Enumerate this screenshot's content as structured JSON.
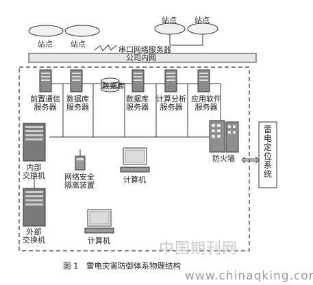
{
  "nodes": {
    "site_left_1": "站点",
    "site_left_2": "站点",
    "site_right_1": "站点",
    "site_right_2": "站点",
    "serial_server": "串口网络服务器",
    "company_intranet": "公司内网",
    "database": "数据库",
    "front_comm_server": [
      "前置通信",
      "服务器"
    ],
    "db_server_1": [
      "数据库",
      "服务器"
    ],
    "db_server_2": [
      "数据库",
      "服务器"
    ],
    "calc_server": [
      "计算分析",
      "服务器"
    ],
    "app_server": [
      "应用软件",
      "服务器"
    ],
    "internal_switch": [
      "内部",
      "交换机"
    ],
    "external_switch": [
      "外部",
      "交换机"
    ],
    "security_isolation": [
      "网络安全",
      "隔离装置"
    ],
    "computer_1": "计算机",
    "computer_2": "计算机",
    "firewall": "防火墙",
    "lightning_system": "雷电定位系统"
  },
  "caption": "图 1　雷电灾害防御体系物理结构",
  "watermark": {
    "cn": "中国期刊网",
    "url": "www.chinaqking.com"
  }
}
